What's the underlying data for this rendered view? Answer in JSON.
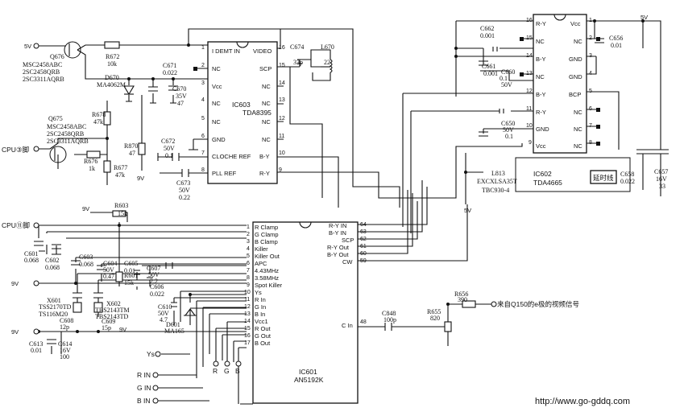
{
  "supply": {
    "v5_ic603": "5V",
    "v5_ic602": "5V",
    "v5_mid": "5V",
    "v9_a": "9V",
    "v9_b": "9V",
    "v9_c": "9V",
    "v9_d": "9V"
  },
  "transistors": {
    "q676": {
      "ref": "Q676",
      "parts": [
        "MSC2458ABC",
        "2SC2458QRB",
        "2SC3311AQRB"
      ]
    },
    "q675": {
      "ref": "Q675",
      "parts": [
        "MSC2458ABC",
        "2SC2458QRB",
        "2SC3311AQRB"
      ]
    }
  },
  "resistors": {
    "r672": {
      "ref": "R672",
      "value": "10k"
    },
    "r678": {
      "ref": "R678",
      "value": "47k"
    },
    "r870": {
      "ref": "R870",
      "value": "47"
    },
    "r676": {
      "ref": "R676",
      "value": "1k"
    },
    "r677": {
      "ref": "R677",
      "value": "47k"
    },
    "r603": {
      "ref": "R603",
      "value": "15k"
    },
    "r601": {
      "ref": "R601",
      "value": "15k"
    },
    "r656": {
      "ref": "R656",
      "value": "390"
    },
    "r655": {
      "ref": "R655",
      "value": "820"
    }
  },
  "capacitors": {
    "c671": {
      "ref": "C671",
      "value": "0.022"
    },
    "c670": {
      "ref": "C670",
      "value": "35V",
      "value2": "47"
    },
    "c672": {
      "ref": "C672",
      "value": "50V",
      "value2": "0.1"
    },
    "c673": {
      "ref": "C673",
      "value": "50V",
      "value2": "0.22"
    },
    "c674": {
      "ref": "C674",
      "value": "33p"
    },
    "c662": {
      "ref": "C662",
      "value": "0.001"
    },
    "c661": {
      "ref": "C661",
      "value": "0.001"
    },
    "c660": {
      "ref": "C660",
      "value": "0.1",
      "value2": "50V"
    },
    "c650": {
      "ref": "C650",
      "value": "50V",
      "value2": "0.1"
    },
    "c656": {
      "ref": "C656",
      "value": "0.01"
    },
    "c658": {
      "ref": "C658",
      "value": "0.022"
    },
    "c657": {
      "ref": "C657",
      "value": "16V",
      "value2": "33"
    },
    "c601": {
      "ref": "C601",
      "value": "0.068"
    },
    "c602": {
      "ref": "C602",
      "value": "0.068"
    },
    "c603": {
      "ref": "C603",
      "value": "0.068"
    },
    "c604": {
      "ref": "C604",
      "value": "50V",
      "value2": "0.47"
    },
    "c605": {
      "ref": "C605",
      "value": "0.01"
    },
    "c607": {
      "ref": "C607",
      "value": "50V",
      "value2": "2.2"
    },
    "c606": {
      "ref": "C606",
      "value": "0.022"
    },
    "c608": {
      "ref": "C608",
      "value": "12p"
    },
    "c609": {
      "ref": "C609",
      "value": "15p"
    },
    "c610": {
      "ref": "C610",
      "value": "50V",
      "value2": "4.7"
    },
    "c613": {
      "ref": "C613",
      "value": "0.01"
    },
    "c614": {
      "ref": "C614",
      "value": "16V",
      "value2": "100"
    },
    "c848": {
      "ref": "C848",
      "value": "100p"
    }
  },
  "diodes": {
    "d670": {
      "ref": "D670",
      "part": "MA4062M"
    },
    "d601": {
      "ref": "D601",
      "part": "MA165"
    }
  },
  "inductors": {
    "l670": {
      "ref": "L670",
      "value": "22"
    },
    "l813": {
      "ref": "L813",
      "part": "EXCXLSA35T",
      "part2": "TBC930-4"
    }
  },
  "crystals": {
    "x601": {
      "ref": "X601",
      "part": "TSS2170TD",
      "part2": "TS116M20"
    },
    "x602": {
      "ref": "X602",
      "part": "TBS2143TM",
      "part2": "TBS2143TD"
    }
  },
  "ic603": {
    "ref": "IC603",
    "part": "TDA8395",
    "left_pins": [
      {
        "num": "1",
        "label": "I DEMT IN"
      },
      {
        "num": "2",
        "label": "NC"
      },
      {
        "num": "3",
        "label": "Vcc"
      },
      {
        "num": "4",
        "label": "NC"
      },
      {
        "num": "5",
        "label": "NC"
      },
      {
        "num": "6",
        "label": "GND"
      },
      {
        "num": "7",
        "label": "CLOCHE REF"
      },
      {
        "num": "8",
        "label": "PLL REF"
      }
    ],
    "right_pins": [
      {
        "num": "16",
        "label": "VIDEO"
      },
      {
        "num": "15",
        "label": "SCP"
      },
      {
        "num": "14",
        "label": "NC"
      },
      {
        "num": "13",
        "label": "NC"
      },
      {
        "num": "12",
        "label": "NC"
      },
      {
        "num": "11",
        "label": "NC"
      },
      {
        "num": "10",
        "label": "B-Y"
      },
      {
        "num": "9",
        "label": "R-Y"
      }
    ]
  },
  "ic602": {
    "ref": "IC602",
    "part": "TDA4665",
    "delay_label": "延时线",
    "left_pins": [
      {
        "num": "16",
        "label": "R-Y"
      },
      {
        "num": "15",
        "label": "NC"
      },
      {
        "num": "14",
        "label": "B-Y"
      },
      {
        "num": "13",
        "label": "NC"
      },
      {
        "num": "12",
        "label": "B-Y"
      },
      {
        "num": "11",
        "label": "R-Y"
      },
      {
        "num": "10",
        "label": "GND"
      },
      {
        "num": "9",
        "label": "Vcc"
      }
    ],
    "right_pins": [
      {
        "num": "1",
        "label": "Vcc"
      },
      {
        "num": "2",
        "label": "NC"
      },
      {
        "num": "3",
        "label": "GND"
      },
      {
        "num": "4",
        "label": "GND"
      },
      {
        "num": "5",
        "label": "BCP"
      },
      {
        "num": "6",
        "label": "NC"
      },
      {
        "num": "7",
        "label": "NC"
      },
      {
        "num": "8",
        "label": "NC"
      }
    ]
  },
  "ic601": {
    "ref": "IC601",
    "part": "AN5192K",
    "left_pins": [
      {
        "num": "1",
        "label": "R Clamp"
      },
      {
        "num": "2",
        "label": "G Clamp"
      },
      {
        "num": "3",
        "label": "B Clamp"
      },
      {
        "num": "4",
        "label": "Killer"
      },
      {
        "num": "5",
        "label": "Killer Out"
      },
      {
        "num": "6",
        "label": "APC"
      },
      {
        "num": "7",
        "label": "4.43MHz"
      },
      {
        "num": "8",
        "label": "3.58MHz"
      },
      {
        "num": "9",
        "label": "Spot Killer"
      },
      {
        "num": "10",
        "label": "Ys"
      },
      {
        "num": "11",
        "label": "R In"
      },
      {
        "num": "12",
        "label": "G In"
      },
      {
        "num": "13",
        "label": "B In"
      },
      {
        "num": "14",
        "label": "Vcc1"
      },
      {
        "num": "15",
        "label": "R Out"
      },
      {
        "num": "16",
        "label": "G Out"
      },
      {
        "num": "17",
        "label": "B Out"
      }
    ],
    "right_pins": [
      {
        "num": "64",
        "label": "R-Y IN"
      },
      {
        "num": "63",
        "label": "B-Y IN"
      },
      {
        "num": "62",
        "label": "SCP"
      },
      {
        "num": "61",
        "label": "R-Y Out"
      },
      {
        "num": "60",
        "label": "B-Y Out"
      },
      {
        "num": "59",
        "label": "CW"
      },
      {
        "num": "48",
        "label": "C In"
      }
    ]
  },
  "signals": {
    "cpu3": "CPU③脚",
    "cpu11": "CPU⑪脚",
    "ys": "Ys",
    "r_in": "R IN",
    "g_in": "G IN",
    "b_in": "B IN",
    "r": "R",
    "g": "G",
    "b": "B",
    "video_source": "来自Q150的e极的视频信号"
  },
  "watermark": "http://www.go-gddq.com"
}
